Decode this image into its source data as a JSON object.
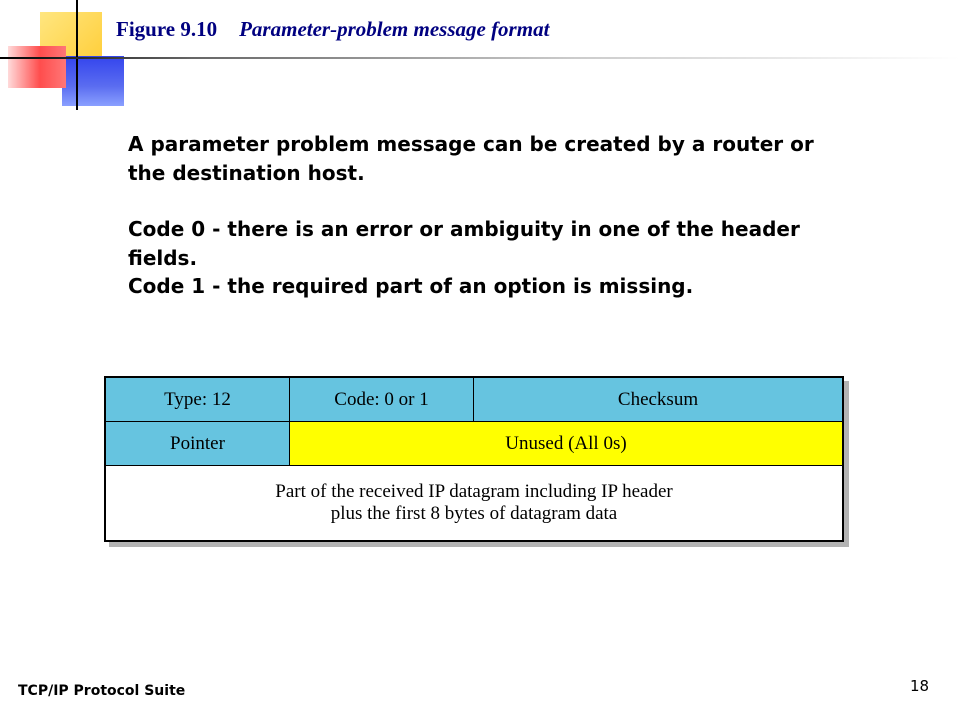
{
  "header": {
    "figure_number": "Figure 9.10",
    "figure_caption": "Parameter-problem message format"
  },
  "body": {
    "paragraph_1": "A parameter problem message can be created by a router or the destination host.",
    "code_0": "Code 0 - there is an error or ambiguity in one of the header fields.",
    "code_1": "Code 1 - the required part of an option is missing."
  },
  "diagram": {
    "row_1": {
      "type": "Type: 12",
      "code": "Code: 0 or 1",
      "checksum": "Checksum"
    },
    "row_2": {
      "pointer": "Pointer",
      "unused": "Unused (All 0s)"
    },
    "row_3": {
      "line_1": "Part of the received IP datagram including IP header",
      "line_2": "plus the first 8 bytes of datagram data"
    },
    "colors": {
      "header_fields": "#66c4e0",
      "unused_field": "#ffff00"
    }
  },
  "footer": {
    "source": "TCP/IP Protocol Suite",
    "page_number": "18"
  }
}
